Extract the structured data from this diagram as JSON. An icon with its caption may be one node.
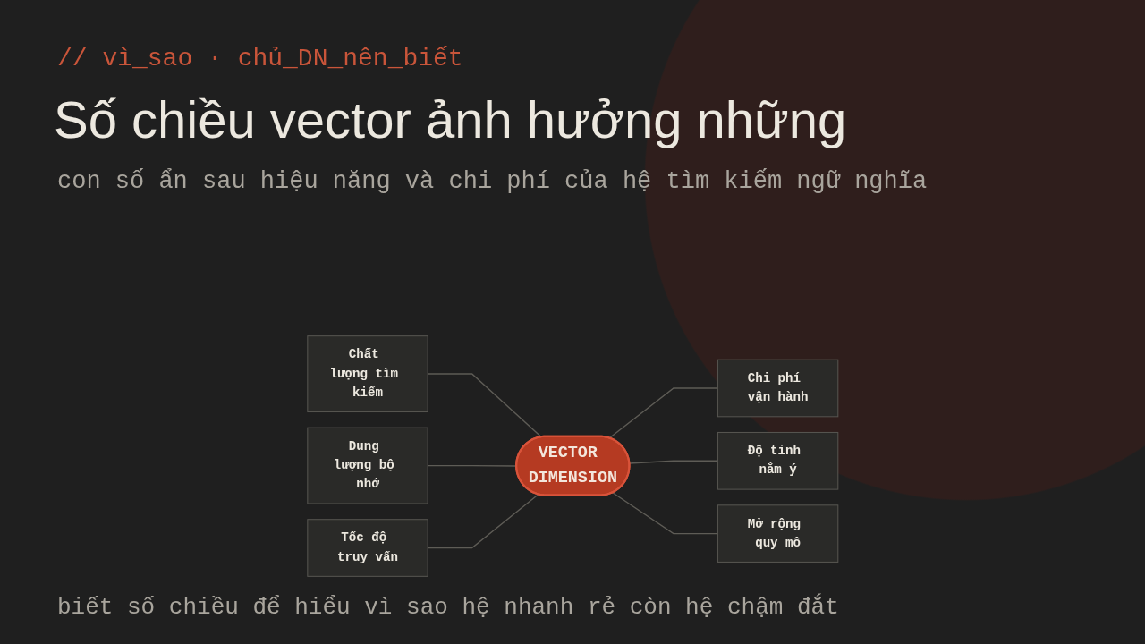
{
  "diagram": {
    "title": "Số chiều vector ảnh hưởng những",
    "caption": "biết số chiều để hiểu vì sao hệ nhanh rẻ còn hệ chậm đắt",
    "nodes": [
      {
        "text": [
          "Chất lượng tìm kiếm"
        ]
      },
      {
        "text": [
          "Dung lượng bộ nhớ"
        ]
      },
      {
        "text": [
          "Tốc độ truy vấn"
        ]
      },
      {
        "text": [
          "VECTOR DIMENSION"
        ]
      },
      {
        "text": [
          "Chi phí vận hành"
        ]
      },
      {
        "text": [
          "Độ tinh nắm ý"
        ]
      },
      {
        "text": [
          "Mở rộng quy mô"
        ]
      }
    ],
    "edges": [
      {
        "from": 0,
        "to": 3,
        "arrow": "none"
      },
      {
        "from": 1,
        "to": 3,
        "arrow": "none"
      },
      {
        "from": 2,
        "to": 3,
        "arrow": "none"
      },
      {
        "from": 3,
        "to": 4,
        "arrow": "none"
      },
      {
        "from": 3,
        "to": 5,
        "arrow": "none"
      },
      {
        "from": 3,
        "to": 6,
        "arrow": "none"
      }
    ],
    "labels": [
      "// vì_sao · chủ_DN_nên_biết",
      "con số ẩn sau hiệu năng và chi phí của hệ tìm kiếm ngữ nghĩa"
    ]
  }
}
